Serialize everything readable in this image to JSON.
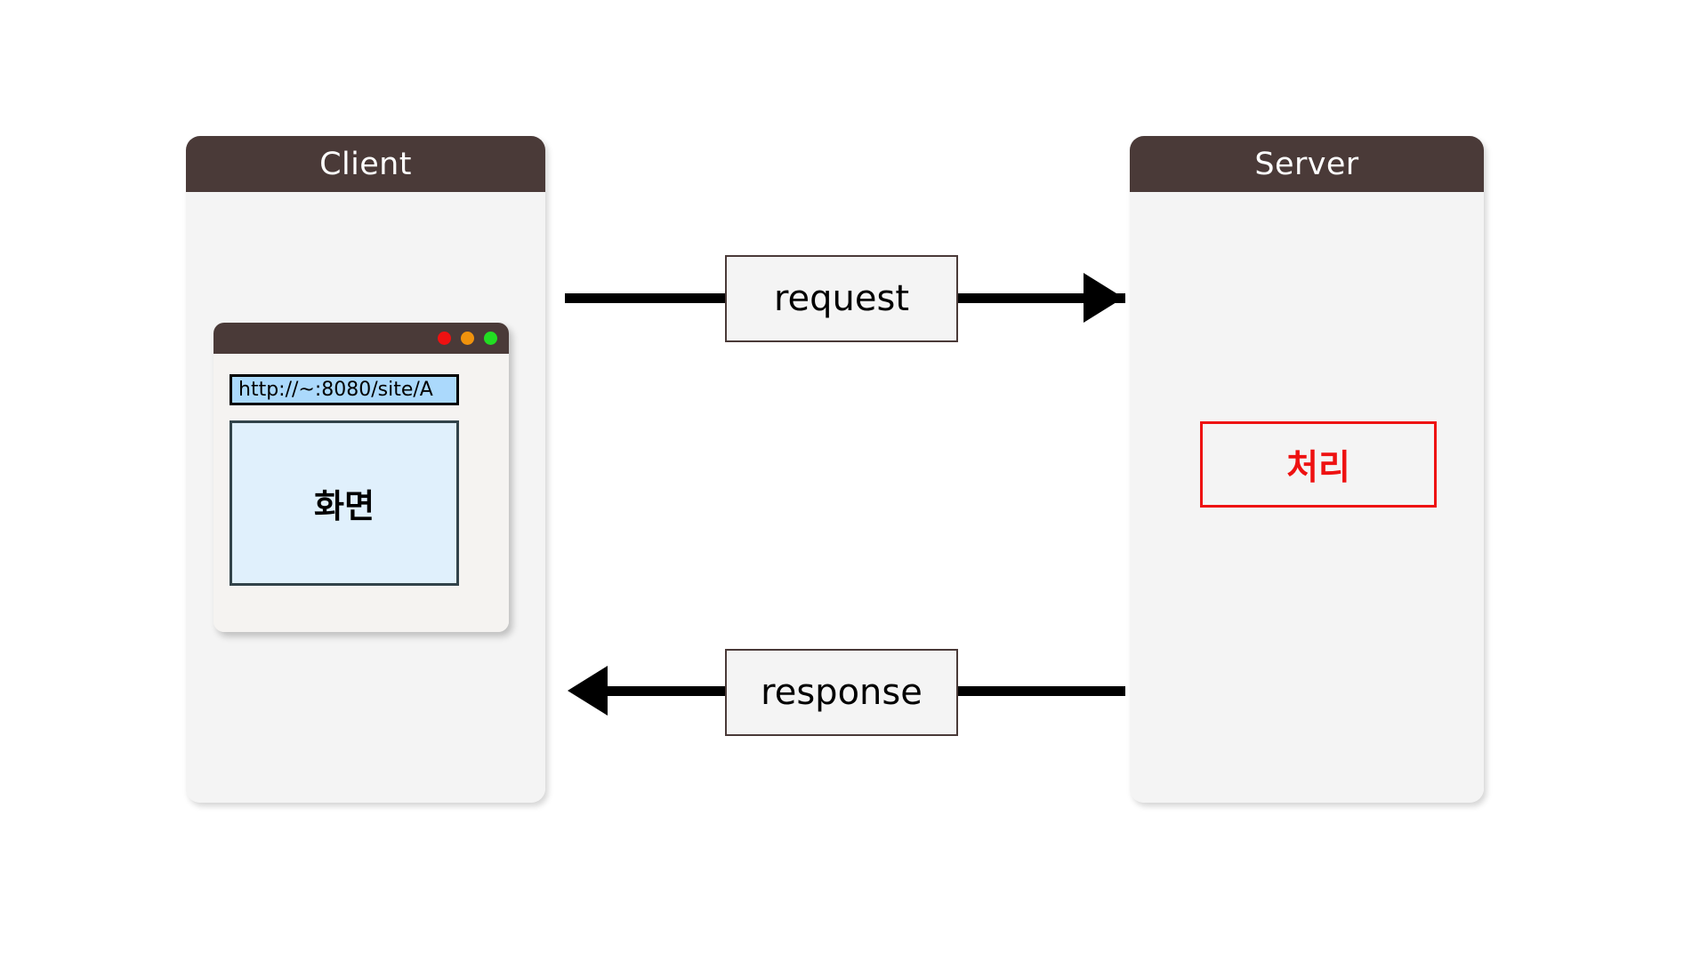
{
  "diagram": {
    "title": "Client / Server request-response flow",
    "background": "#ffffff",
    "colors": {
      "header_brown": "#4a3a38",
      "panel_body": "#f4f4f4",
      "url_bar_blue": "#abd9fc",
      "screen_blue": "#e0f0fc",
      "screen_border": "#32434a",
      "process_red": "#ee1111",
      "arrow_black": "#000000",
      "dot_red": "#ee1111",
      "dot_orange": "#f0920d",
      "dot_green": "#22dd22"
    }
  },
  "client": {
    "header_title": "Client",
    "browser": {
      "traffic_lights": [
        {
          "name": "close-dot",
          "color": "#ee1111"
        },
        {
          "name": "minimize-dot",
          "color": "#f0920d"
        },
        {
          "name": "maximize-dot",
          "color": "#22dd22"
        }
      ],
      "url_value": "http://~:8080/site/A",
      "url_placeholder": "http://~:8080/site/A",
      "screen_label": "화면"
    }
  },
  "server": {
    "header_title": "Server",
    "process_label": "처리"
  },
  "edges": [
    {
      "id": "request",
      "label": "request",
      "direction": "client-to-server"
    },
    {
      "id": "response",
      "label": "response",
      "direction": "server-to-client"
    }
  ]
}
